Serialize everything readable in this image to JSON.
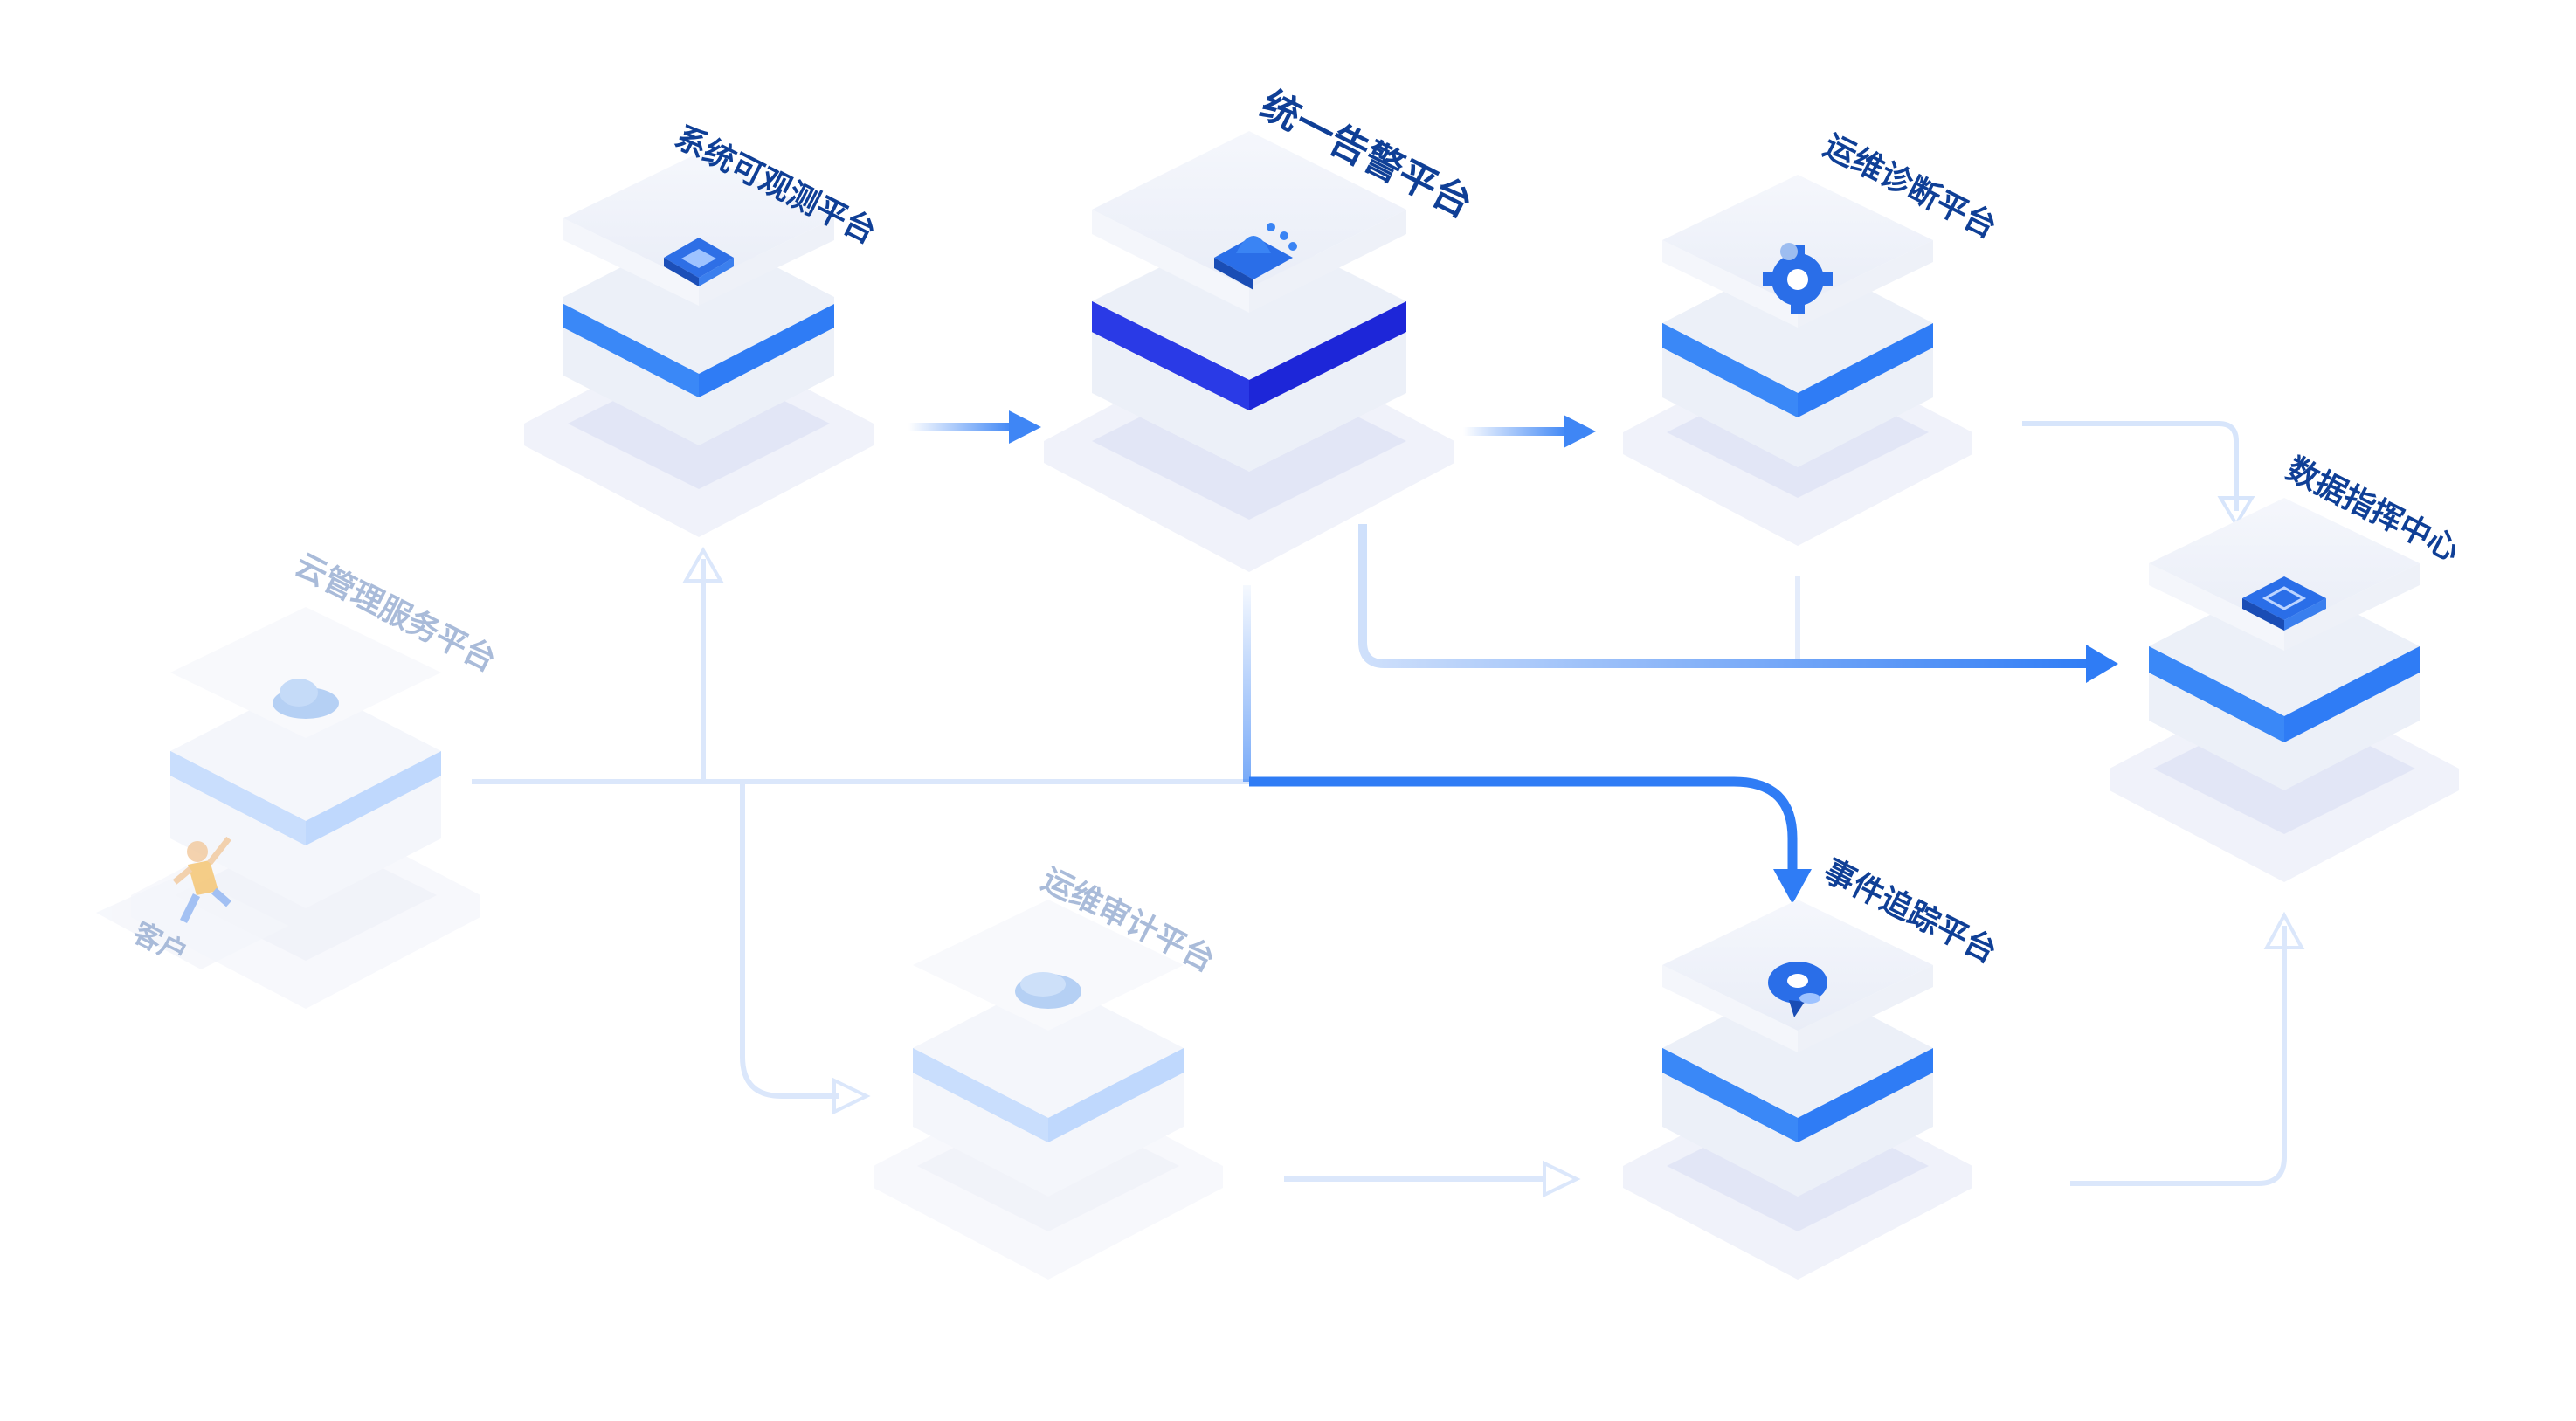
{
  "platforms": {
    "observability": {
      "label": "系统可观测平台",
      "icon": "dashboard-icon"
    },
    "alert": {
      "label": "统一告警平台",
      "icon": "alarm-siren-icon"
    },
    "diagnosis": {
      "label": "运维诊断平台",
      "icon": "gear-icon"
    },
    "command_center": {
      "label": "数据指挥中心",
      "icon": "data-screen-icon"
    },
    "cloud_mgmt": {
      "label": "云管理服务平台",
      "icon": "cloud-icon"
    },
    "audit": {
      "label": "运维审计平台",
      "icon": "shield-icon"
    },
    "event_tracking": {
      "label": "事件追踪平台",
      "icon": "location-pin-icon"
    }
  },
  "customer": {
    "label": "客户",
    "icon": "person-figure-icon"
  },
  "colors": {
    "active_label": "#0f3f96",
    "faded_label": "#a9bbd9",
    "band_blue": "#2f7cf5",
    "band_dark": "#1d26d8",
    "band_light": "#a9cbfd",
    "arrow_strong": "#3f86f5",
    "arrow_faint": "#cfe0fb"
  }
}
